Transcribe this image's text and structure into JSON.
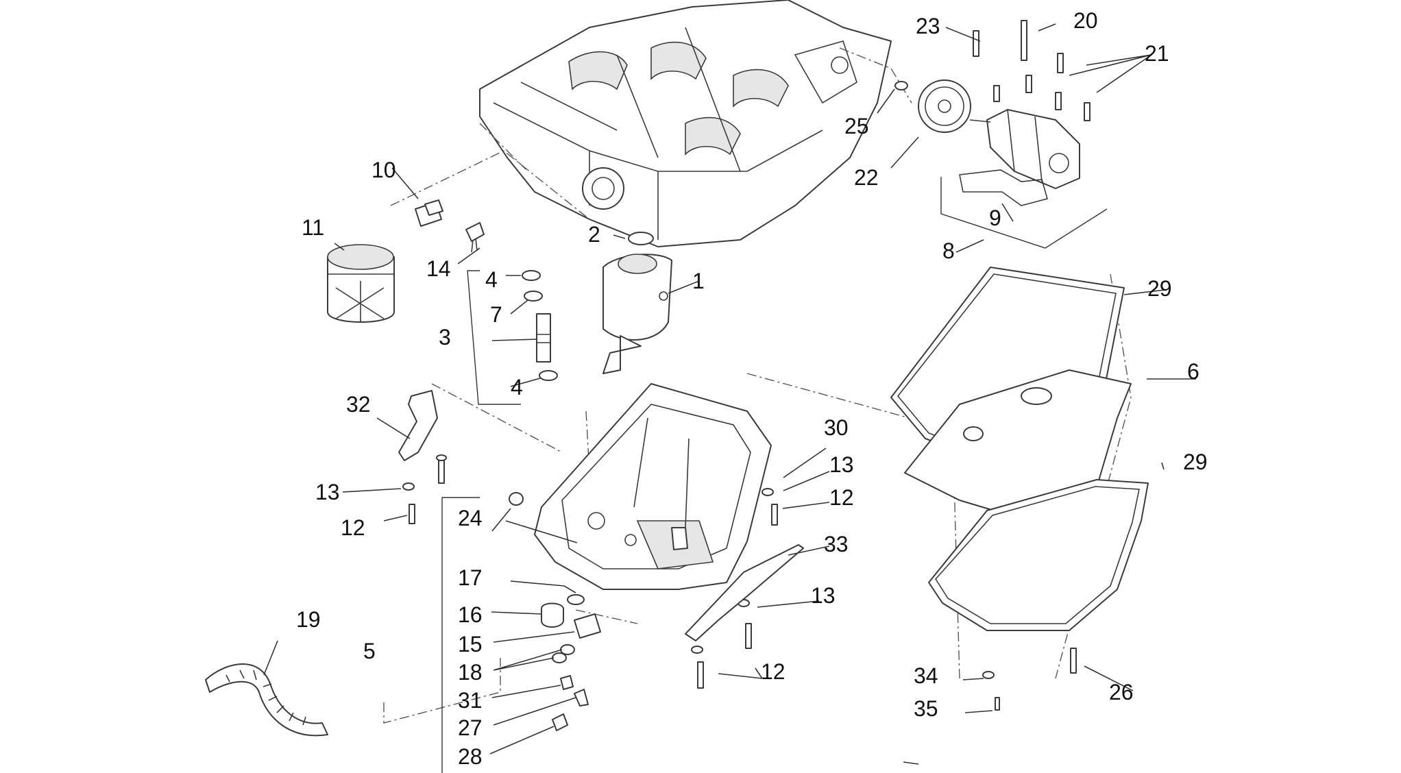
{
  "callouts": {
    "c1": "1",
    "c2": "2",
    "c3": "3",
    "c4a": "4",
    "c4b": "4",
    "c5": "5",
    "c6": "6",
    "c7": "7",
    "c8": "8",
    "c9": "9",
    "c10": "10",
    "c11": "11",
    "c12a": "12",
    "c12b": "12",
    "c12c": "12",
    "c13a": "13",
    "c13b": "13",
    "c13c": "13",
    "c14": "14",
    "c15": "15",
    "c16": "16",
    "c17": "17",
    "c18": "18",
    "c19": "19",
    "c20": "20",
    "c21": "21",
    "c22": "22",
    "c23": "23",
    "c24": "24",
    "c25": "25",
    "c26": "26",
    "c27": "27",
    "c28": "28",
    "c29a": "29",
    "c29b": "29",
    "c30": "30",
    "c31": "31",
    "c32": "32",
    "c33": "33",
    "c34": "34",
    "c35": "35"
  },
  "colors": {
    "line": "#3a3a3a",
    "text": "#111111",
    "background": "#ffffff"
  }
}
